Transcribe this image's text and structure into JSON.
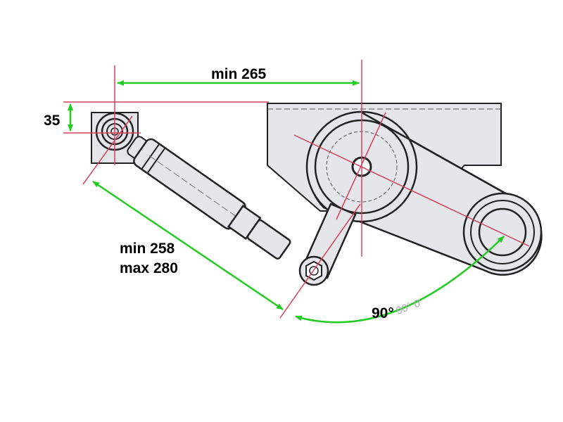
{
  "dimensions": {
    "horizontal": "min 265",
    "vertical_offset": "35",
    "damper_length_min": "min 258",
    "damper_length_max": "max 280",
    "angle": "90°",
    "angle_faint": "90° 0'"
  },
  "colors": {
    "dimension_arrow": "#22cc22",
    "center_line": "#d6405a",
    "part_fill": "#e4e6ea",
    "outline": "#222222"
  }
}
